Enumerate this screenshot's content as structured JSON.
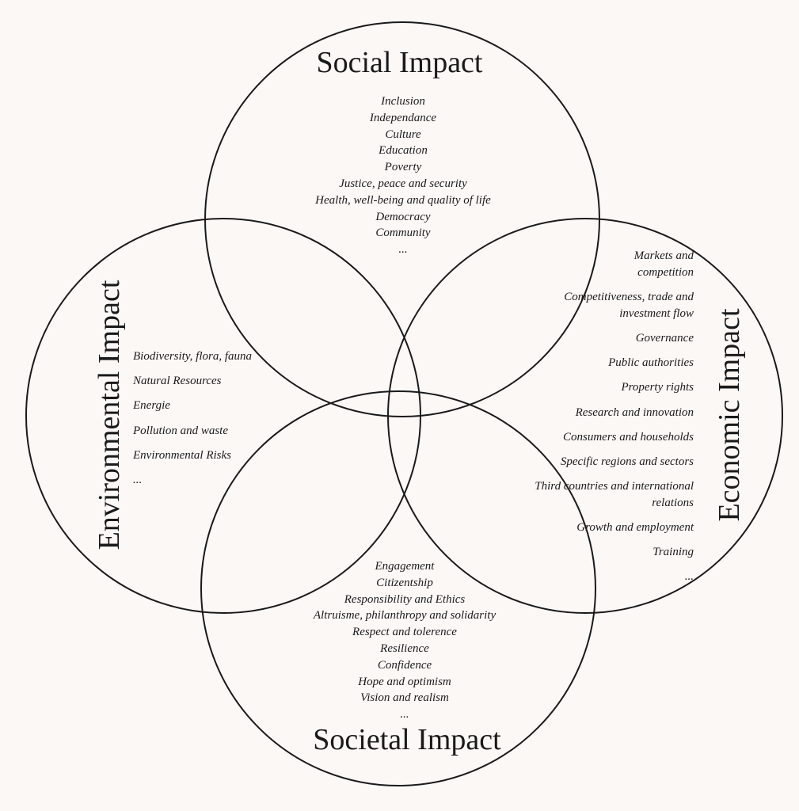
{
  "social": {
    "title": "Social Impact",
    "items": [
      "Inclusion",
      "Independance",
      "Culture",
      "Education",
      "Poverty",
      "Justice, peace and security",
      "Health, well-being and quality of life",
      "Democracy",
      "Community",
      "..."
    ]
  },
  "environmental": {
    "title": "Environmental Impact",
    "items": [
      "Biodiversity, flora, fauna",
      "Natural Resources",
      "Energie",
      "Pollution and waste",
      "Environmental Risks",
      "..."
    ]
  },
  "economic": {
    "title": "Economic Impact",
    "items": [
      [
        "Markets and",
        "competition"
      ],
      [
        "Competitiveness, trade and",
        "investment flow"
      ],
      [
        "Governance"
      ],
      [
        "Public authorities"
      ],
      [
        "Property rights"
      ],
      [
        "Research and innovation"
      ],
      [
        "Consumers and households"
      ],
      [
        "Specific regions and sectors"
      ],
      [
        "Third countries and international",
        "relations"
      ],
      [
        "Growth and employment"
      ],
      [
        "Training"
      ],
      [
        "..."
      ]
    ]
  },
  "societal": {
    "title": "Societal Impact",
    "items": [
      "Engagement",
      "Citizentship",
      "Responsibility and Ethics",
      "Altruisme, philanthropy and solidarity",
      "Respect and tolerence",
      "Resilience",
      "Confidence",
      "Hope and optimism",
      "Vision and realism",
      "..."
    ]
  }
}
